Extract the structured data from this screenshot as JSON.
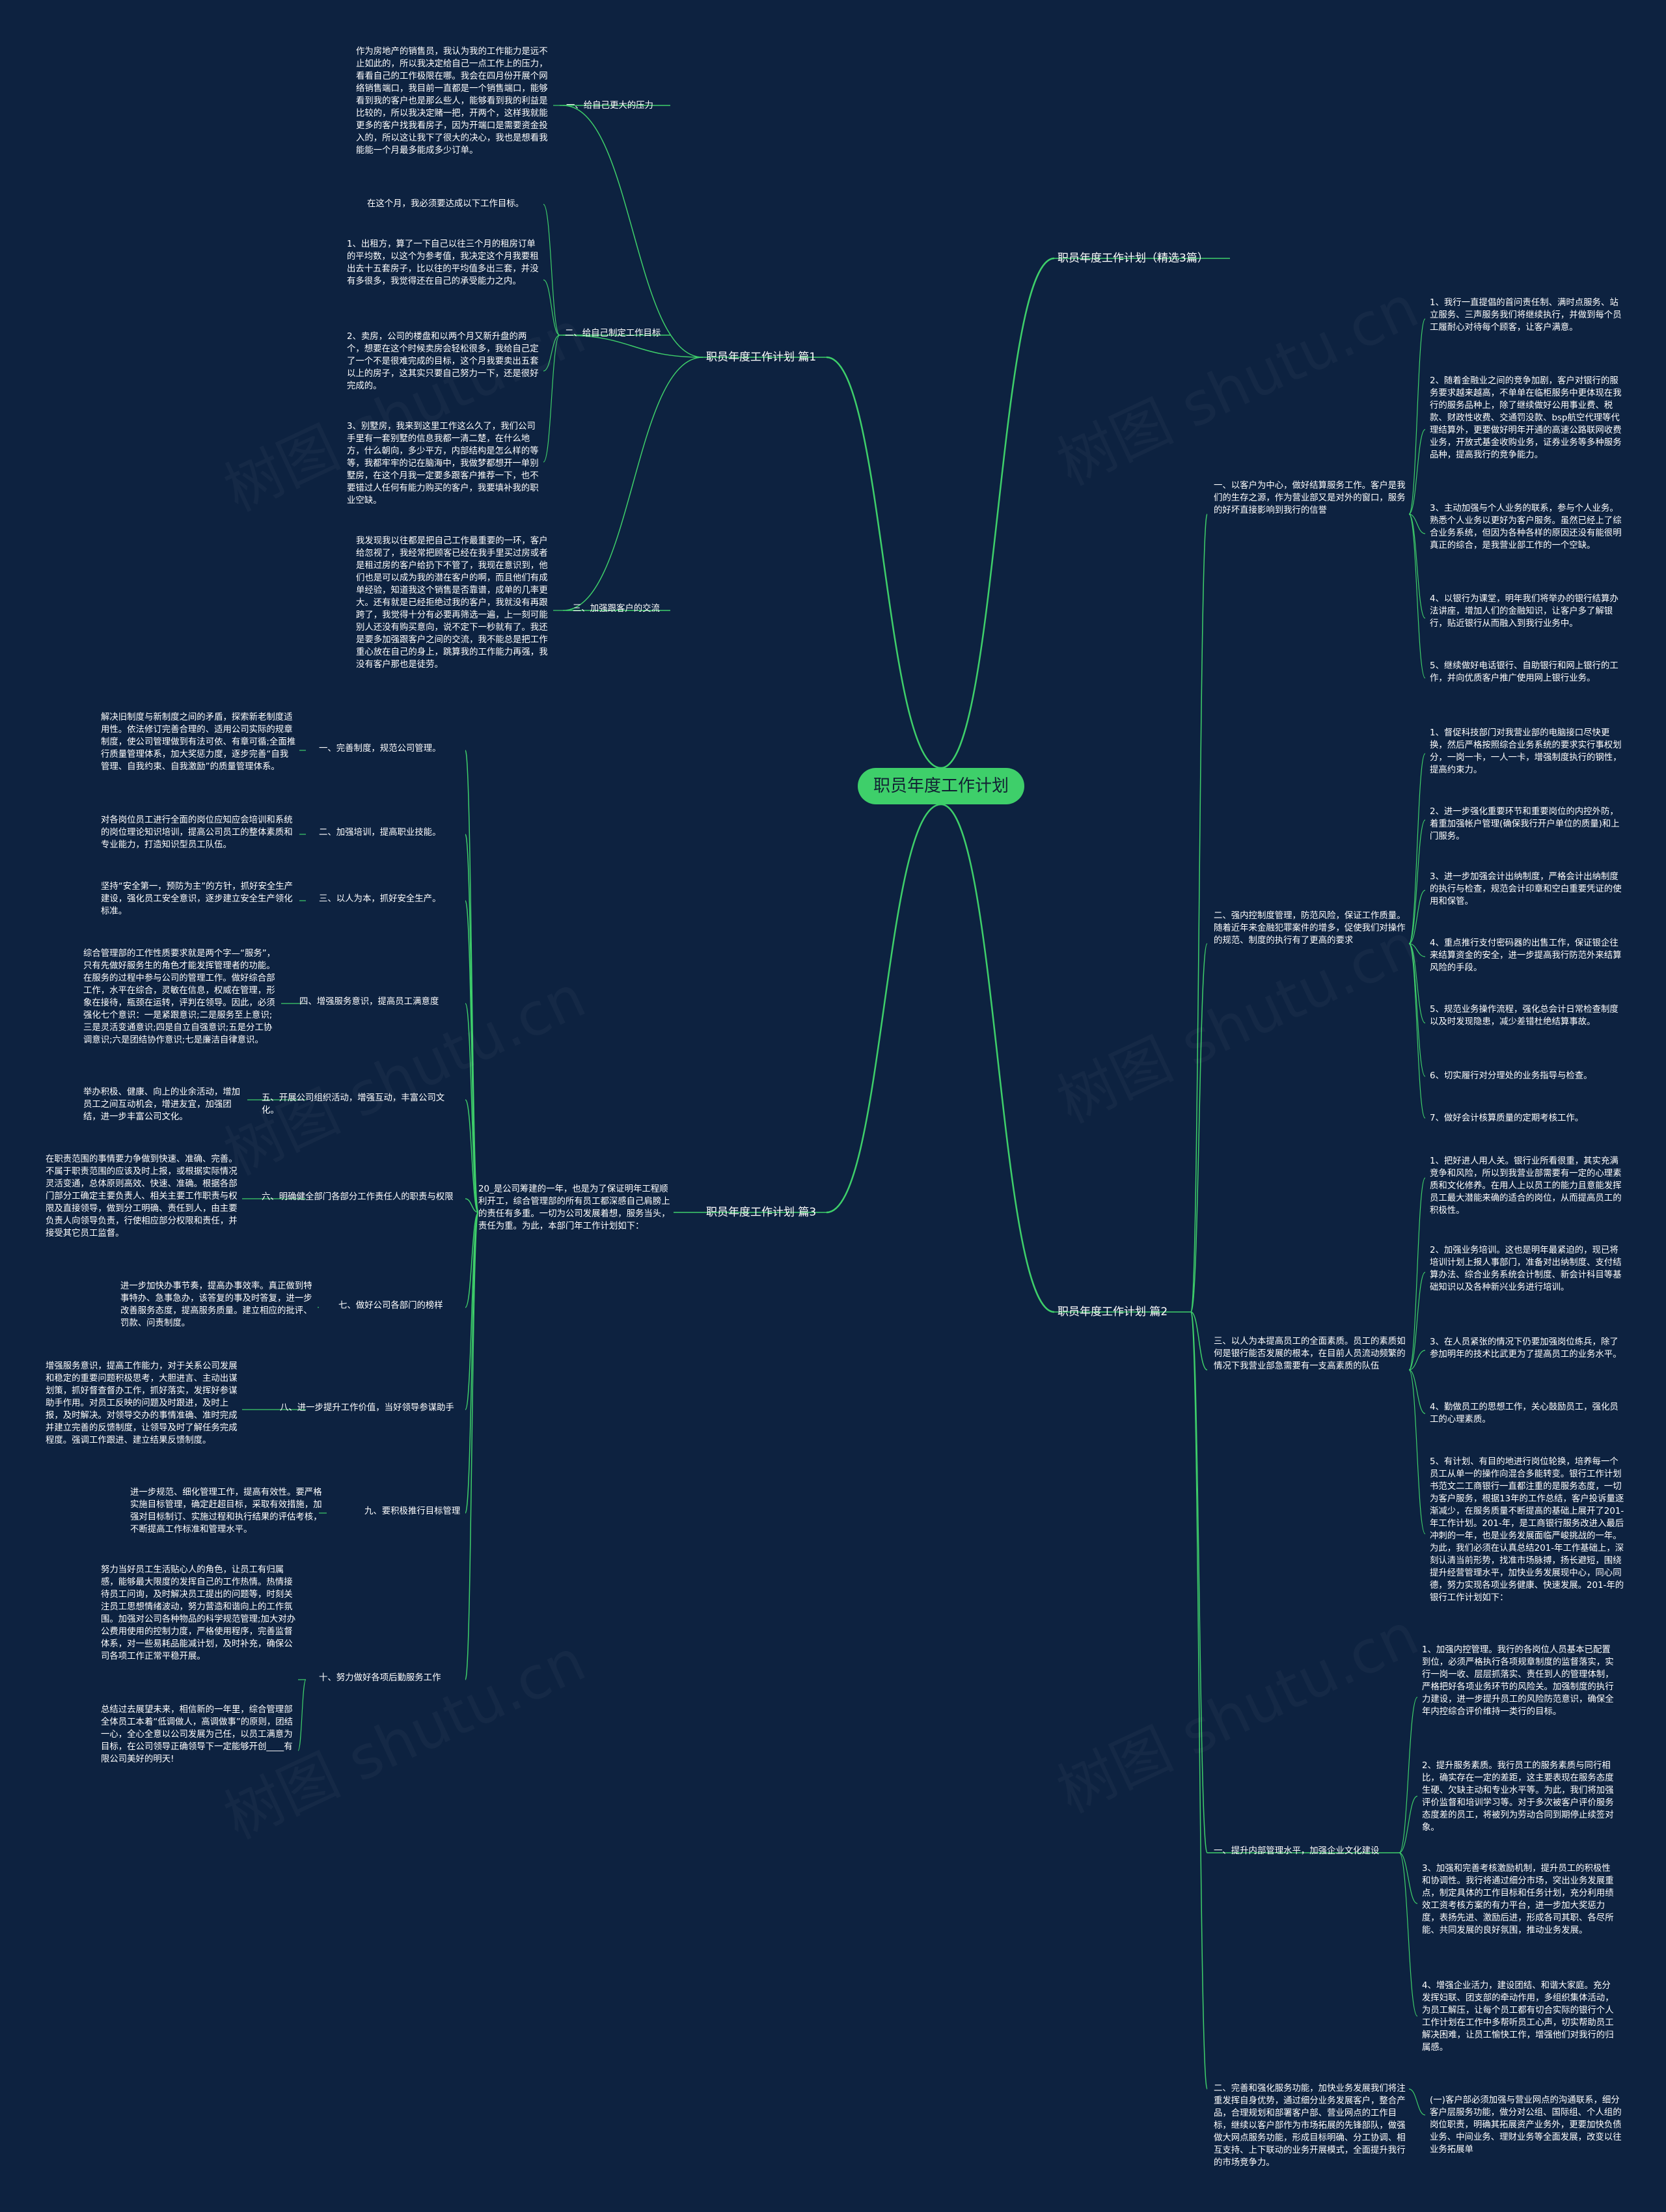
{
  "root": "职员年度工作计划",
  "watermark": "树图 shutu.cn",
  "colors": {
    "background": "#0d2240",
    "line": "#3ecf6a",
    "root": "#3ecf6a"
  },
  "branches": {
    "b0": {
      "title": "职员年度工作计划（精选3篇）"
    },
    "b1": {
      "title": "职员年度工作计划 篇1",
      "s1": {
        "title": "一、给自己更大的压力",
        "p1": "作为房地产的销售员，我认为我的工作能力是远不止如此的，所以我决定给自己一点工作上的压力，看看自己的工作极限在哪。我会在四月份开展个网络销售端口，我目前一直都是一个销售端口，能够看到我的客户也是那么些人，能够看到我的利益是比较的，所以我决定赌一把，开两个，这样我就能更多的客户找我看房子，因为开端口是需要资金投入的，所以这让我下了很大的决心，我也是想看我能能一个月最多能成多少订单。"
      },
      "s2": {
        "title": "二、给自己制定工作目标",
        "p1": "在这个月，我必须要达成以下工作目标。",
        "p2": "1、出租方，算了一下自己以往三个月的租房订单的平均数，以这个为参考值，我决定这个月我要租出去十五套房子，比以往的平均值多出三套，并没有多很多，我觉得还在自己的承受能力之内。",
        "p3": "2、卖房，公司的楼盘和以两个月又新升盘的两个，想要在这个时候卖房会轻松很多，我给自己定了一个不是很难完成的目标，这个月我要卖出五套以上的房子，这其实只要自己努力一下，还是很好完成的。",
        "p4": "3、别墅房，我来到这里工作这么久了，我们公司手里有一套别墅的信息我都一清二楚，在什么地方，什么朝向，多少平方，内部结构是怎么样的等等，我都牢牢的记在脑海中，我做梦都想开一单别墅房，在这个月我一定要多跟客户推荐一下，也不要错过人任何有能力购买的客户，我要填补我的职业空缺。"
      },
      "s3": {
        "title": "三、加强跟客户的交流",
        "p1": "我发现我以往都是把自己工作最重要的一环，客户给忽视了，我经常把顾客已经在我手里买过房或者是租过房的客户给扔下不管了，我现在意识到，他们也是可以成为我的潜在客户的啊，而且他们有成单经验，知道我这个销售是否靠谱，成单的几率更大。还有就是已经拒绝过我的客户，我就没有再跟跨了，我觉得十分有必要再筛选一遍，上一刻可能别人还没有购买意向，说不定下一秒就有了。我还是要多加强跟客户之间的交流，我不能总是把工作重心放在自己的身上，跳算我的工作能力再强，我没有客户那也是徒劳。"
      }
    },
    "b2": {
      "title": "职员年度工作计划 篇2",
      "s1": {
        "title": "一、以客户为中心，做好结算服务工作。客户是我们的生存之源，作为营业部又是对外的窗口，服务的好坏直接影响到我行的信誉",
        "items": [
          "1、我行一直提倡的首问责任制、满时点服务、站立服务、三声服务我们将继续执行，并做到每个员工履耐心对待每个顾客，让客户满意。",
          "2、随着金融业之间的竞争加剧，客户对银行的服务要求越来越高，不单单在临柜服务中更体现在我行的服务品种上，除了继续做好公用事业费、税款、财政性收费、交通罚没款、bsp航空代理等代理结算外，更要做好明年开通的高速公路联网收费业务，开放式基金收购业务，证券业务等多种服务品种，提高我行的竞争能力。",
          "3、主动加强与个人业务的联系，参与个人业务。熟悉个人业务以更好为客户服务。虽然已经上了综合业务系统，但因为各种各样的原因还没有能很明真正的综合，是我营业部工作的一个空缺。",
          "4、以银行为课堂，明年我们将举办的银行结算办法讲座，增加人们的金融知识，让客户多了解银行，贴近银行从而融入到我行业务中。",
          "5、继续做好电话银行、自助银行和网上银行的工作，并向优质客户推广使用网上银行业务。"
        ]
      },
      "s2": {
        "title": "二、强内控制度管理，防范风险，保证工作质量。随着近年来金融犯罪案件的增多，促使我们对操作的规范、制度的执行有了更高的要求",
        "items": [
          "1、督促科技部门对我营业部的电脑接口尽快更换，然后严格按照综合业务系统的要求实行事权划分，一岗一卡，一人一卡，增强制度执行的钢性，提高约束力。",
          "2、进一步强化重要环节和重要岗位的内控外防，着重加强帐户管理(确保我行开户单位的质量)和上门服务。",
          "3、进一步加强会计出纳制度，严格会计出纳制度的执行与检查，规范会计印章和空白重要凭证的使用和保管。",
          "4、重点推行支付密码器的出售工作，保证银企往来结算资金的安全，进一步提高我行防范外来结算风险的手段。",
          "5、规范业务操作流程，强化总会计日常检查制度以及时发现隐患，减少差错杜绝结算事故。",
          "6、切实履行对分理处的业务指导与检查。",
          "7、做好会计核算质量的定期考核工作。"
        ]
      },
      "s3": {
        "title": "三、以人为本提高员工的全面素质。员工的素质如何是银行能否发展的根本，在目前人员流动频繁的情况下我营业部急需要有一支高素质的队伍",
        "items": [
          "1、把好进人用人关。银行业所看很重，其实充满竞争和风险，所以到我营业部需要有一定的心理素质和文化修养。在用人上以员工的能力且意能发挥员工最大潜能来确的适合的岗位，从而提高员工的积极性。",
          "2、加强业务培训。这也是明年最紧迫的，现已将培训计划上报人事部门，准备对出纳制度、支付结算办法、综合业务系统会计制度、新会计科目等基础知识以及各种新兴业务进行培训。",
          "3、在人员紧张的情况下仍要加强岗位练兵，除了参加明年的技术比武更为了提高员工的业务水平。",
          "4、勤做员工的思想工作，关心鼓励员工，强化员工的心理素质。",
          "5、有计划、有目的地进行岗位轮换，培养每一个员工从单一的操作向混合多能转变。银行工作计划书范文二工商银行一直都注重的是服务态度，一切为客户服务，根据13年的工作总结，客户投诉量逐渐减少，在服务质量不断提高的基础上展开了201-年工作计划。201-年，是工商银行服务改进入最后冲刺的一年，也是业务发展面临严峻挑战的一年。为此，我们必须在认真总结201-年工作基础上，深刻认清当前形势，找准市场脉搏，扬长避短，围绕提升经营管理水平，加快业务发展现中心，同心同德，努力实现各项业务健康、快速发展。201-年的银行工作计划如下："
        ]
      },
      "s4": {
        "title": "一、提升内部管理水平，加强企业文化建设",
        "items": [
          "1、加强内控管理。我行的各岗位人员基本已配置到位，必须严格执行各项规章制度的监督落实，实行一岗一收、层层抓落实、责任到人的管理体制，严格把好各项业务环节的风险关。加强制度的执行力建设，进一步提升员工的风险防范意识，确保全年内控综合评价维持一类行的目标。",
          "2、提升服务素质。我行员工的服务素质与同行相比，确实存在一定的差距，这主要表现在服务态度生硬、欠缺主动和专业水平等。为此，我们将加强评价监督和培训学习等。对于多次被客户评价服务态度差的员工，将被列为劳动合同到期停止续签对象。",
          "3、加强和完善考核激励机制，提升员工的积极性和协调性。我行将通过细分市场，突出业务发展重点，制定具体的工作目标和任务计划，充分利用绩效工资考核方案的有力平台，进一步加大奖惩力度，表扬先进、激励后进，形成各司其职、各尽所能、共同发展的良好氛围，推动业务发展。",
          "4、增强企业活力，建设团结、和谐大家庭。充分发挥妇联、团支部的牵动作用，多组织集体活动，为员工解压，让每个员工都有切合实际的银行个人工作计划在工作中多帮听员工心声，切实帮助员工解决困难，让员工愉快工作，增强他们对我行的归属感。"
        ]
      },
      "s5": {
        "title": "二、完善和强化服务功能，加快业务发展我们将注重发挥自身优势，通过细分业务发展客户，整合产品，合理规划和部署客户部、营业网点的工作目标，继续以客户部作为市场拓展的先锋部队，做强做大网点服务功能，形成目标明确、分工协调、相互支持、上下联动的业务开展模式，全面提升我行的市场竞争力。",
        "items": [
          "(一)客户部必须加强与营业网点的沟通联系，细分客户层服务功能，做分对公组、国际组、个人组的岗位职责，明确其拓展资产业务外，更要加快负债业务、中间业务、理财业务等全面发展，改变以往业务拓展单"
        ]
      }
    },
    "b3": {
      "title": "职员年度工作计划 篇3",
      "intro": "20_是公司筹建的一年，也是为了保证明年工程顺利开工，综合管理部的所有员工都深感自己肩膀上的责任有多重。一切为公司发展着想，服务当头，责任为重。为此，本部门年工作计划如下：",
      "subs": [
        {
          "title": "一、完善制度，规范公司管理。",
          "text": "解决旧制度与新制度之间的矛盾，探索新老制度适用性。依法修订完善合理的、适用公司实际的规章制度，使公司管理做到有法可依、有章可循;全面推行质量管理体系，加大奖惩力度，逐步完善“自我管理、自我约束、自我激励”的质量管理体系。"
        },
        {
          "title": "二、加强培训，提高职业技能。",
          "text": "对各岗位员工进行全面的岗位应知应会培训和系统的岗位理论知识培训，提高公司员工的整体素质和专业能力，打造知识型员工队伍。"
        },
        {
          "title": "三、以人为本，抓好安全生产。",
          "text": "坚持“安全第一，预防为主”的方针，抓好安全生产建设，强化员工安全意识，逐步建立安全生产领化标准。"
        },
        {
          "title": "四、增强服务意识，提高员工满意度",
          "text": "综合管理部的工作性质要求就是两个字—“服务”，只有先做好服务生的角色才能发挥管理者的功能。在服务的过程中参与公司的管理工作。做好综合部工作，水平在综合，灵敏在信息，权威在管理，形象在接待，瓶颈在运转，评判在领导。因此，必须强化七个意识：一是紧跟意识;二是服务至上意识;三是灵活变通意识;四是自立自强意识;五是分工协调意识;六是团结协作意识;七是廉洁自律意识。"
        },
        {
          "title": "五、开展公司组织活动，增强互动，丰富公司文化。",
          "text": "举办积极、健康、向上的业余活动，增加员工之间互动机会，增进友宜，加强团结，进一步丰富公司文化。"
        },
        {
          "title": "六、明确健全部门各部分工作责任人的职责与权限",
          "text": "在职责范围的事情要力争做到快速、准确、完善。不属于职责范围的应该及时上报，或根据实际情况灵活变通，总体原则高效、快速、准确。根据各部门部分工确定主要负责人、相关主要工作职责与权限及直接领导，做到分工明确、责任到人，由主要负责人向领导负责，行使相应部分权限和责任，并接受其它员工监督。"
        },
        {
          "title": "七、做好公司各部门的榜样",
          "text": "进一步加快办事节奏，提高办事效率。真正做到特事特办、急事急办，该答复的事及时答复，进一步改善服务态度，提高服务质量。建立相应的批评、罚款、问责制度。"
        },
        {
          "title": "八、进一步提升工作价值，当好领导参谋助手",
          "text": "增强服务意识，提高工作能力，对于关系公司发展和稳定的重要问题积极思考，大胆进言、主动出谋划策，抓好督查督办工作，抓好落实，发挥好参谋助手作用。对员工反映的问题及时跟进，及时上报，及时解决。对领导交办的事情准确、准时完成并建立完善的反馈制度，让领导及时了解任务完成程度。强调工作跟进、建立结果反馈制度。"
        },
        {
          "title": "九、要积极推行目标管理",
          "text": "进一步规范、细化管理工作，提高有效性。要严格实施目标管理，确定赶超目标，采取有效措施，加强对目标制订、实施过程和执行结果的评估考核，不断提高工作标准和管理水平。"
        },
        {
          "title": "十、努力做好各项后勤服务工作",
          "text": "努力当好员工生活贴心人的角色，让员工有归属感，能够最大限度的发挥自己的工作热情。热情接待员工问询，及时解决员工提出的问题等，时刻关注员工思想情绪波动，努力营造和谐向上的工作氛围。加强对公司各种物品的科学规范管理;加大对办公费用使用的控制力度，严格使用程序，完善监督体系，对一些易耗品能减计划，及时补充，确保公司各项工作正常平稳开展。",
          "text2": "总结过去展望未来，相信新的一年里，综合管理部全体员工本着“低调做人，高调做事”的原则，团结一心，全心全意以公司发展为己任，以员工满意为目标，在公司领导正确领导下一定能够开创____有限公司美好的明天!"
        }
      ]
    }
  }
}
